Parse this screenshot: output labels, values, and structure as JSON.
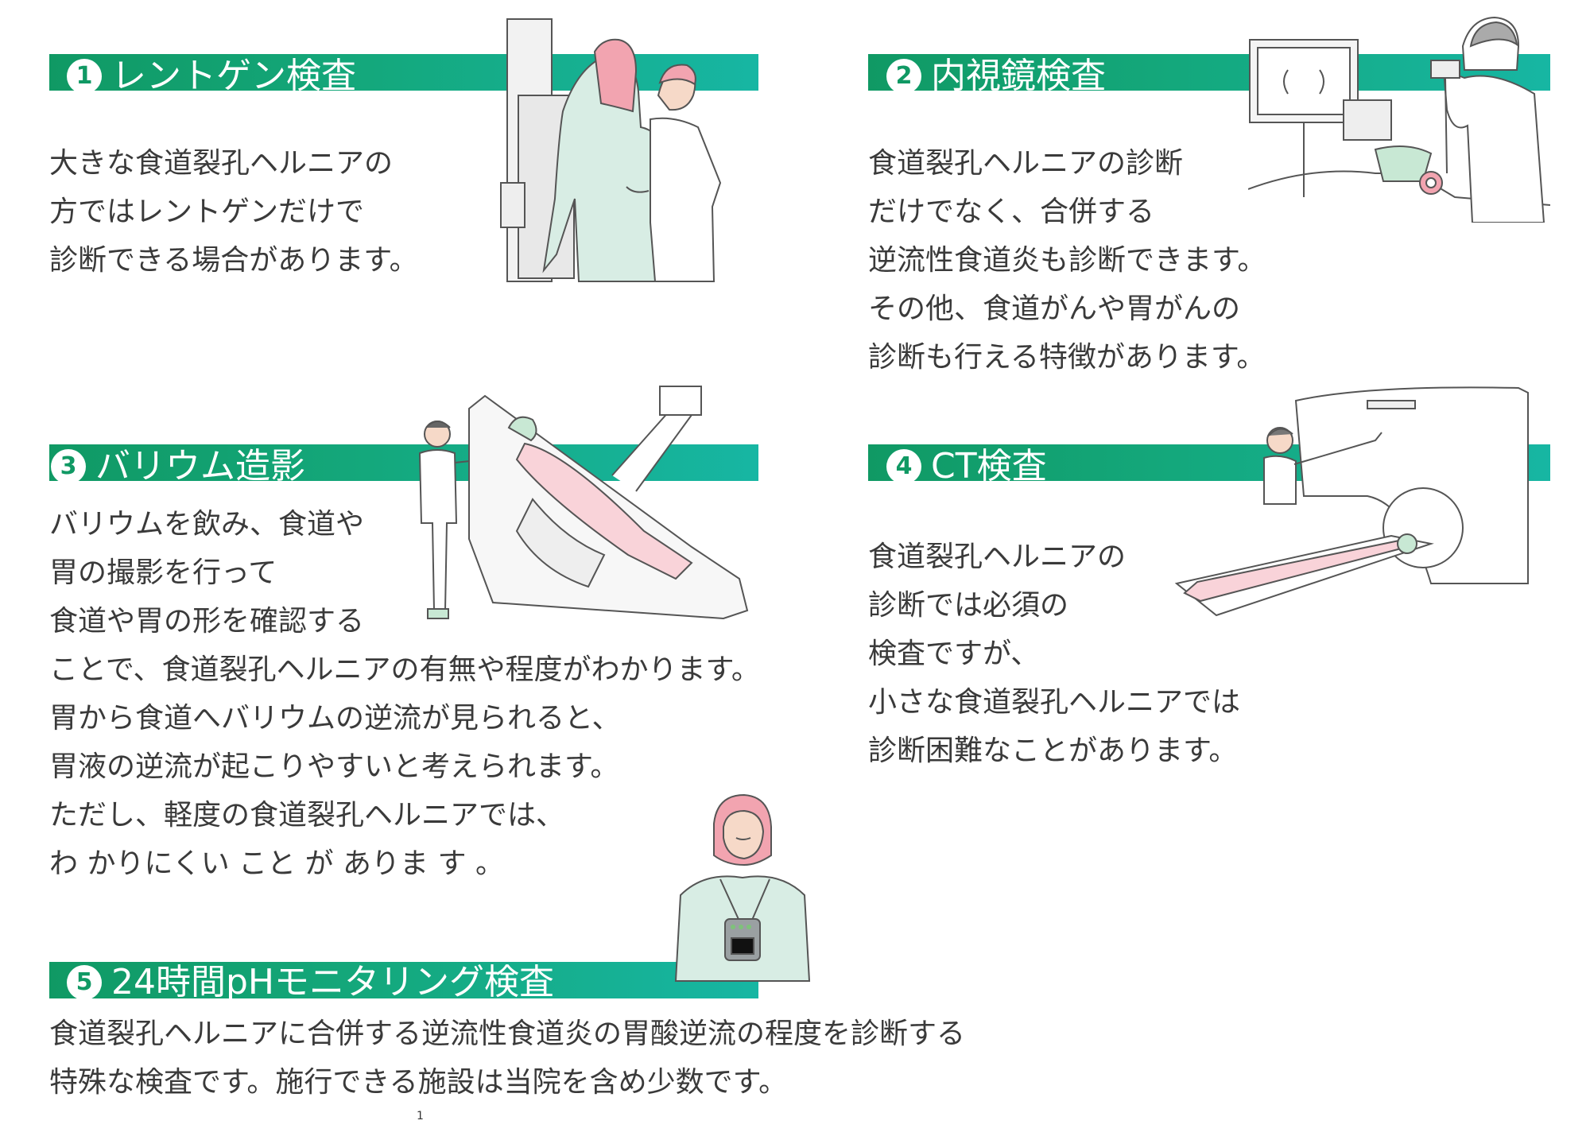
{
  "sections": [
    {
      "number": "1",
      "title": "レントゲン検査",
      "lines": [
        "大きな食道裂孔ヘルニアの",
        "方ではレントゲンだけで",
        "診断できる場合があります。"
      ]
    },
    {
      "number": "2",
      "title": "内視鏡検査",
      "lines": [
        "食道裂孔ヘルニアの診断",
        "だけでなく、合併する",
        "逆流性食道炎も診断できます。",
        "その他、食道がんや胃がんの",
        "診断も行える特徴があります。"
      ]
    },
    {
      "number": "3",
      "title": "バリウム造影",
      "lines": [
        "バリウムを飲み、食道や",
        "胃の撮影を行って",
        "食道や胃の形を確認する",
        "ことで、食道裂孔ヘルニアの有無や程度がわかります。",
        "胃から食道へバリウムの逆流が見られると、",
        "胃液の逆流が起こりやすいと考えられます。",
        "ただし、軽度の食道裂孔ヘルニアでは、",
        "わ かりにくい こと が ありま す 。"
      ]
    },
    {
      "number": "4",
      "title": "CT検査",
      "lines": [
        "食道裂孔ヘルニアの",
        "診断では必須の",
        "検査ですが、",
        "小さな食道裂孔ヘルニアでは",
        "診断困難なことがあります。"
      ]
    },
    {
      "number": "5",
      "title": "24時間pHモニタリング検査",
      "lines": [
        "食道裂孔ヘルニアに合併する逆流性食道炎の胃酸逆流の程度を診断する",
        "特殊な検査です。施行できる施設は当院を含め少数です。"
      ]
    }
  ],
  "page_number": "1",
  "colors": {
    "accent_start": "#109964",
    "accent_end": "#17b6a3",
    "text": "#3a3a3a",
    "skin_pink": "#f2a4b0",
    "gown_green": "#d8ede4"
  }
}
